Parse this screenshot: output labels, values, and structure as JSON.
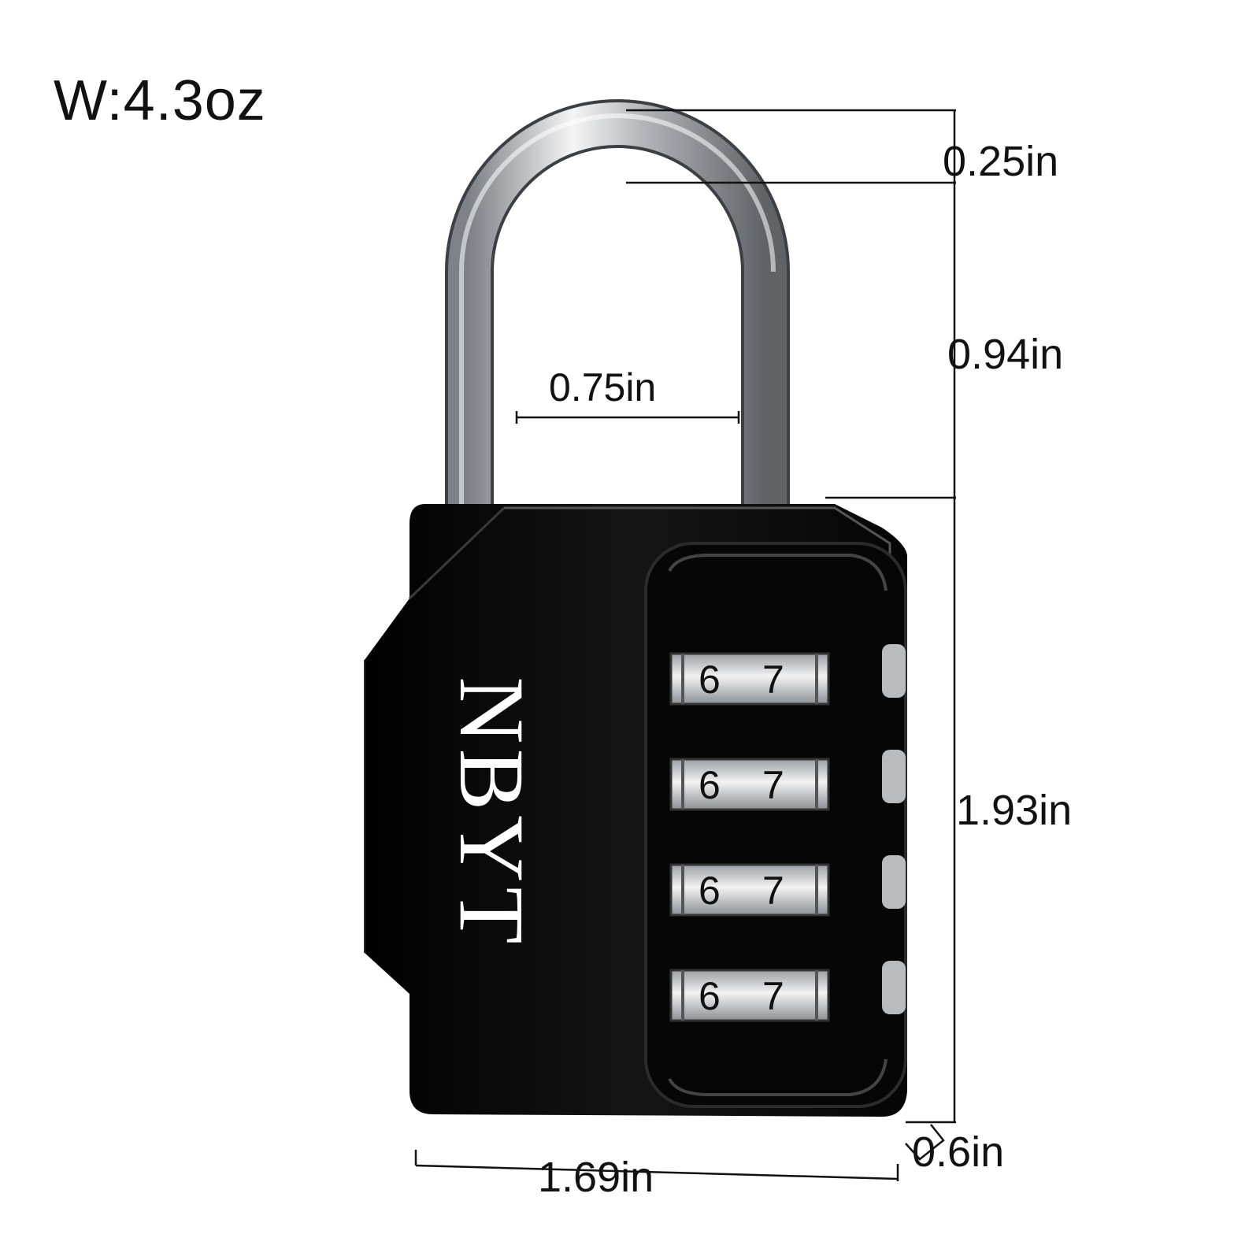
{
  "product": {
    "weight_label": "W:4.3oz",
    "brand": "NBYT"
  },
  "dimensions": {
    "shackle_thickness": "0.25in",
    "shackle_clearance": "0.94in",
    "shackle_inner_width": "0.75in",
    "body_height": "1.93in",
    "body_width": "1.69in",
    "body_depth": "0.6in"
  },
  "dials": [
    {
      "left": "6",
      "right": "7"
    },
    {
      "left": "6",
      "right": "7"
    },
    {
      "left": "6",
      "right": "7"
    },
    {
      "left": "6",
      "right": "7"
    }
  ],
  "colors": {
    "body": "#0b0b0b",
    "shackle": "#c9ccd0",
    "dial_face": "#e6e7e9",
    "text": "#111111"
  }
}
